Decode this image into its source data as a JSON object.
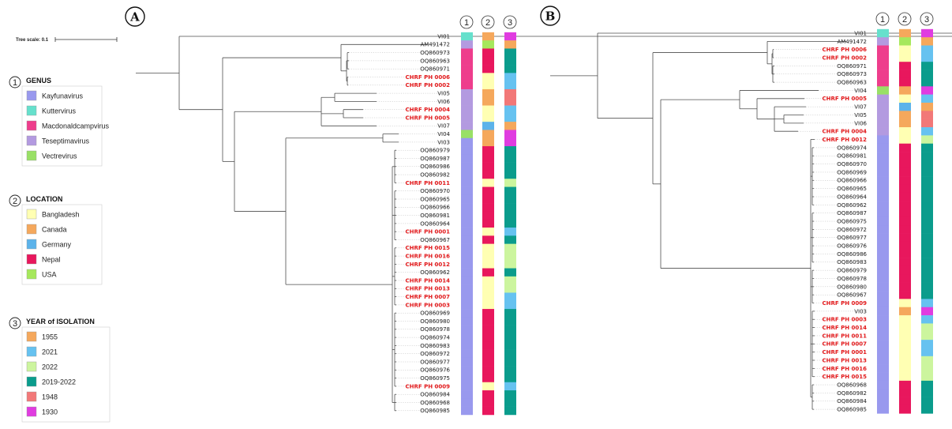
{
  "tree_scale": {
    "label": "Tree scale: 0.1"
  },
  "panels": [
    {
      "id": "A",
      "leaves": [
        {
          "label": "VI01",
          "genus": 1,
          "loc": 1,
          "year": 5
        },
        {
          "label": "AM491472",
          "genus": 3,
          "loc": 4,
          "year": 0
        },
        {
          "label": "OQ860973",
          "genus": 2,
          "loc": 3,
          "year": 3
        },
        {
          "label": "OQ860963",
          "genus": 2,
          "loc": 3,
          "year": 3
        },
        {
          "label": "OQ860971",
          "genus": 2,
          "loc": 3,
          "year": 3
        },
        {
          "label": "CHRF PH 0006",
          "genus": 2,
          "loc": 0,
          "year": 1,
          "hl": true
        },
        {
          "label": "CHRF PH 0002",
          "genus": 2,
          "loc": 0,
          "year": 1,
          "hl": true
        },
        {
          "label": "VI05",
          "genus": 3,
          "loc": 1,
          "year": 4
        },
        {
          "label": "VI06",
          "genus": 3,
          "loc": 1,
          "year": 4
        },
        {
          "label": "CHRF PH 0004",
          "genus": 3,
          "loc": 0,
          "year": 1,
          "hl": true
        },
        {
          "label": "CHRF PH 0005",
          "genus": 3,
          "loc": 0,
          "year": 1,
          "hl": true
        },
        {
          "label": "VI07",
          "genus": 3,
          "loc": 2,
          "year": 0
        },
        {
          "label": "VI04",
          "genus": 4,
          "loc": 1,
          "year": 5
        },
        {
          "label": "VI03",
          "genus": 0,
          "loc": 1,
          "year": 5
        },
        {
          "label": "OQ860979",
          "genus": 0,
          "loc": 3,
          "year": 3
        },
        {
          "label": "OQ860987",
          "genus": 0,
          "loc": 3,
          "year": 3
        },
        {
          "label": "OQ860986",
          "genus": 0,
          "loc": 3,
          "year": 3
        },
        {
          "label": "OQ860982",
          "genus": 0,
          "loc": 3,
          "year": 3
        },
        {
          "label": "CHRF PH 0011",
          "genus": 0,
          "loc": 0,
          "year": 2,
          "hl": true
        },
        {
          "label": "OQ860970",
          "genus": 0,
          "loc": 3,
          "year": 3
        },
        {
          "label": "OQ860965",
          "genus": 0,
          "loc": 3,
          "year": 3
        },
        {
          "label": "OQ860966",
          "genus": 0,
          "loc": 3,
          "year": 3
        },
        {
          "label": "OQ860981",
          "genus": 0,
          "loc": 3,
          "year": 3
        },
        {
          "label": "OQ860964",
          "genus": 0,
          "loc": 3,
          "year": 3
        },
        {
          "label": "CHRF PH 0001",
          "genus": 0,
          "loc": 0,
          "year": 1,
          "hl": true
        },
        {
          "label": "OQ860967",
          "genus": 0,
          "loc": 3,
          "year": 3
        },
        {
          "label": "CHRF PH 0015",
          "genus": 0,
          "loc": 0,
          "year": 2,
          "hl": true
        },
        {
          "label": "CHRF PH 0016",
          "genus": 0,
          "loc": 0,
          "year": 2,
          "hl": true
        },
        {
          "label": "CHRF PH 0012",
          "genus": 0,
          "loc": 0,
          "year": 2,
          "hl": true
        },
        {
          "label": "OQ860962",
          "genus": 0,
          "loc": 3,
          "year": 3
        },
        {
          "label": "CHRF PH 0014",
          "genus": 0,
          "loc": 0,
          "year": 2,
          "hl": true
        },
        {
          "label": "CHRF PH 0013",
          "genus": 0,
          "loc": 0,
          "year": 2,
          "hl": true
        },
        {
          "label": "CHRF PH 0007",
          "genus": 0,
          "loc": 0,
          "year": 1,
          "hl": true
        },
        {
          "label": "CHRF PH 0003",
          "genus": 0,
          "loc": 0,
          "year": 1,
          "hl": true
        },
        {
          "label": "OQ860969",
          "genus": 0,
          "loc": 3,
          "year": 3
        },
        {
          "label": "OQ860980",
          "genus": 0,
          "loc": 3,
          "year": 3
        },
        {
          "label": "OQ860978",
          "genus": 0,
          "loc": 3,
          "year": 3
        },
        {
          "label": "OQ860974",
          "genus": 0,
          "loc": 3,
          "year": 3
        },
        {
          "label": "OQ860983",
          "genus": 0,
          "loc": 3,
          "year": 3
        },
        {
          "label": "OQ860972",
          "genus": 0,
          "loc": 3,
          "year": 3
        },
        {
          "label": "OQ860977",
          "genus": 0,
          "loc": 3,
          "year": 3
        },
        {
          "label": "OQ860976",
          "genus": 0,
          "loc": 3,
          "year": 3
        },
        {
          "label": "OQ860975",
          "genus": 0,
          "loc": 3,
          "year": 3
        },
        {
          "label": "CHRF PH 0009",
          "genus": 0,
          "loc": 0,
          "year": 1,
          "hl": true
        },
        {
          "label": "OQ860984",
          "genus": 0,
          "loc": 3,
          "year": 3
        },
        {
          "label": "OQ860968",
          "genus": 0,
          "loc": 3,
          "year": 3
        },
        {
          "label": "OQ860985",
          "genus": 0,
          "loc": 3,
          "year": 3
        }
      ]
    },
    {
      "id": "B",
      "leaves": [
        {
          "label": "VI01",
          "genus": 1,
          "loc": 1,
          "year": 5
        },
        {
          "label": "AM491472",
          "genus": 3,
          "loc": 4,
          "year": 0
        },
        {
          "label": "CHRF PH 0006",
          "genus": 2,
          "loc": 0,
          "year": 1,
          "hl": true
        },
        {
          "label": "CHRF PH 0002",
          "genus": 2,
          "loc": 0,
          "year": 1,
          "hl": true
        },
        {
          "label": "OQ860971",
          "genus": 2,
          "loc": 3,
          "year": 3
        },
        {
          "label": "OQ860973",
          "genus": 2,
          "loc": 3,
          "year": 3
        },
        {
          "label": "OQ860963",
          "genus": 2,
          "loc": 3,
          "year": 3
        },
        {
          "label": "VI04",
          "genus": 4,
          "loc": 1,
          "year": 5
        },
        {
          "label": "CHRF PH 0005",
          "genus": 3,
          "loc": 0,
          "year": 1,
          "hl": true
        },
        {
          "label": "VI07",
          "genus": 3,
          "loc": 2,
          "year": 0
        },
        {
          "label": "VI05",
          "genus": 3,
          "loc": 1,
          "year": 4
        },
        {
          "label": "VI06",
          "genus": 3,
          "loc": 1,
          "year": 4
        },
        {
          "label": "CHRF PH 0004",
          "genus": 3,
          "loc": 0,
          "year": 1,
          "hl": true
        },
        {
          "label": "CHRF PH 0012",
          "genus": 0,
          "loc": 0,
          "year": 2,
          "hl": true
        },
        {
          "label": "OQ860974",
          "genus": 0,
          "loc": 3,
          "year": 3
        },
        {
          "label": "OQ860981",
          "genus": 0,
          "loc": 3,
          "year": 3
        },
        {
          "label": "OQ860970",
          "genus": 0,
          "loc": 3,
          "year": 3
        },
        {
          "label": "OQ860969",
          "genus": 0,
          "loc": 3,
          "year": 3
        },
        {
          "label": "OQ860966",
          "genus": 0,
          "loc": 3,
          "year": 3
        },
        {
          "label": "OQ860965",
          "genus": 0,
          "loc": 3,
          "year": 3
        },
        {
          "label": "OQ860964",
          "genus": 0,
          "loc": 3,
          "year": 3
        },
        {
          "label": "OQ860962",
          "genus": 0,
          "loc": 3,
          "year": 3
        },
        {
          "label": "OQ860987",
          "genus": 0,
          "loc": 3,
          "year": 3
        },
        {
          "label": "OQ860975",
          "genus": 0,
          "loc": 3,
          "year": 3
        },
        {
          "label": "OQ860972",
          "genus": 0,
          "loc": 3,
          "year": 3
        },
        {
          "label": "OQ860977",
          "genus": 0,
          "loc": 3,
          "year": 3
        },
        {
          "label": "OQ860976",
          "genus": 0,
          "loc": 3,
          "year": 3
        },
        {
          "label": "OQ860986",
          "genus": 0,
          "loc": 3,
          "year": 3
        },
        {
          "label": "OQ860983",
          "genus": 0,
          "loc": 3,
          "year": 3
        },
        {
          "label": "OQ860979",
          "genus": 0,
          "loc": 3,
          "year": 3
        },
        {
          "label": "OQ860978",
          "genus": 0,
          "loc": 3,
          "year": 3
        },
        {
          "label": "OQ860980",
          "genus": 0,
          "loc": 3,
          "year": 3
        },
        {
          "label": "OQ860967",
          "genus": 0,
          "loc": 3,
          "year": 3
        },
        {
          "label": "CHRF PH 0009",
          "genus": 0,
          "loc": 0,
          "year": 1,
          "hl": true
        },
        {
          "label": "VI03",
          "genus": 0,
          "loc": 1,
          "year": 5
        },
        {
          "label": "CHRF PH 0003",
          "genus": 0,
          "loc": 0,
          "year": 1,
          "hl": true
        },
        {
          "label": "CHRF PH 0014",
          "genus": 0,
          "loc": 0,
          "year": 2,
          "hl": true
        },
        {
          "label": "CHRF PH 0011",
          "genus": 0,
          "loc": 0,
          "year": 2,
          "hl": true
        },
        {
          "label": "CHRF PH 0007",
          "genus": 0,
          "loc": 0,
          "year": 1,
          "hl": true
        },
        {
          "label": "CHRF PH 0001",
          "genus": 0,
          "loc": 0,
          "year": 1,
          "hl": true
        },
        {
          "label": "CHRF PH 0013",
          "genus": 0,
          "loc": 0,
          "year": 2,
          "hl": true
        },
        {
          "label": "CHRF PH 0016",
          "genus": 0,
          "loc": 0,
          "year": 2,
          "hl": true
        },
        {
          "label": "CHRF PH 0015",
          "genus": 0,
          "loc": 0,
          "year": 2,
          "hl": true
        },
        {
          "label": "OQ860968",
          "genus": 0,
          "loc": 3,
          "year": 3
        },
        {
          "label": "OQ860982",
          "genus": 0,
          "loc": 3,
          "year": 3
        },
        {
          "label": "OQ860984",
          "genus": 0,
          "loc": 3,
          "year": 3
        },
        {
          "label": "OQ860985",
          "genus": 0,
          "loc": 3,
          "year": 3
        }
      ]
    }
  ],
  "column_labels": [
    "1",
    "2",
    "3"
  ],
  "legends": [
    {
      "num": "1",
      "title": "GENUS",
      "entries": [
        {
          "label": "Kayfunavirus",
          "color": "#9999ee"
        },
        {
          "label": "Kuttervirus",
          "color": "#66e0cc"
        },
        {
          "label": "Macdonaldcampvirus",
          "color": "#ee3d8c"
        },
        {
          "label": "Teseptimavirus",
          "color": "#b39ae0"
        },
        {
          "label": "Vectrevirus",
          "color": "#99e066"
        }
      ]
    },
    {
      "num": "2",
      "title": "LOCATION",
      "entries": [
        {
          "label": "Bangladesh",
          "color": "#ffffb3"
        },
        {
          "label": "Canada",
          "color": "#f5a85c"
        },
        {
          "label": "Germany",
          "color": "#5cb3ea"
        },
        {
          "label": "Nepal",
          "color": "#e8175d"
        },
        {
          "label": "USA",
          "color": "#a6e85c"
        }
      ]
    },
    {
      "num": "3",
      "title": "YEAR of ISOLATION",
      "entries": [
        {
          "label": "1955",
          "color": "#f5a85c"
        },
        {
          "label": "2021",
          "color": "#66c2f0"
        },
        {
          "label": "2022",
          "color": "#ccf59e"
        },
        {
          "label": "2019-2022",
          "color": "#0a9c8c"
        },
        {
          "label": "1948",
          "color": "#f27878"
        },
        {
          "label": "1930",
          "color": "#e03ce0"
        }
      ]
    }
  ]
}
